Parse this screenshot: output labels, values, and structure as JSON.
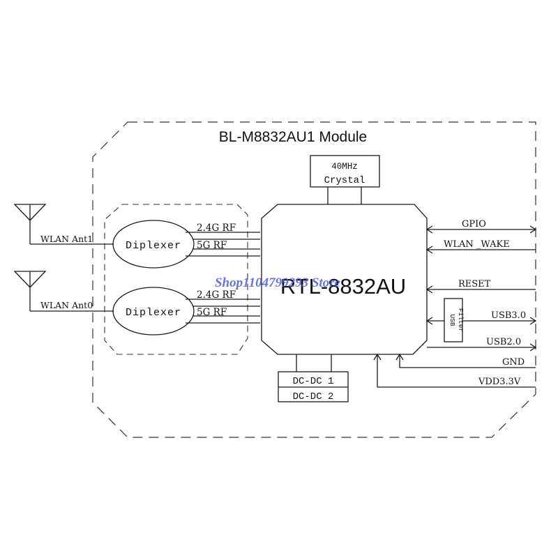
{
  "module_title": "BL-M8832AU1 Module",
  "chip_label": "RTL-8832AU",
  "crystal": {
    "line1": "40MHz",
    "line2": "Crystal"
  },
  "antennas": [
    {
      "label": "WLAN Ant1"
    },
    {
      "label": "WLAN Ant0"
    }
  ],
  "diplexers": [
    {
      "label": "Diplexer",
      "rf_24": "2.4G RF",
      "rf_5": "5G RF"
    },
    {
      "label": "Diplexer",
      "rf_24": "2.4G RF",
      "rf_5": "5G RF"
    }
  ],
  "signals": {
    "gpio": "GPIO",
    "wlan_wake": "WLAN _WAKE",
    "reset": "RESET",
    "usb3": "USB3.0",
    "usb2": "USB2.0",
    "gnd": "GND",
    "vdd": "VDD3.3V"
  },
  "usb_filter": {
    "line1": "USB",
    "line2": "Filter"
  },
  "dcdc": {
    "one": "DC-DC 1",
    "two": "DC-DC 2"
  },
  "watermark": "Shop1104799293 Store"
}
